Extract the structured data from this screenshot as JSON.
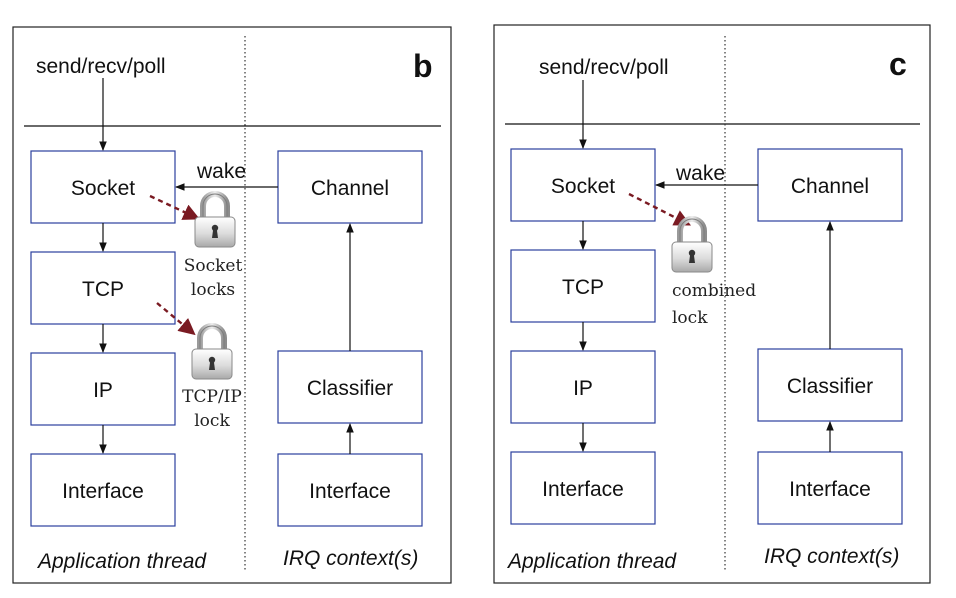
{
  "panels": [
    {
      "letter": "b",
      "top_label": "send/recv/poll",
      "app_context": "Application thread",
      "irq_context": "IRQ context(s)",
      "wake_label": "wake",
      "left_stack": [
        "Socket",
        "TCP",
        "IP",
        "Interface"
      ],
      "right_stack": [
        "Channel",
        "Classifier",
        "Interface"
      ],
      "locks": [
        {
          "icon": "padlock-icon",
          "caption_lines": [
            "Socket",
            "locks"
          ]
        },
        {
          "icon": "padlock-icon",
          "caption_lines": [
            "TCP/IP",
            "lock"
          ]
        }
      ]
    },
    {
      "letter": "c",
      "top_label": "send/recv/poll",
      "app_context": "Application thread",
      "irq_context": "IRQ context(s)",
      "wake_label": "wake",
      "left_stack": [
        "Socket",
        "TCP",
        "IP",
        "Interface"
      ],
      "right_stack": [
        "Channel",
        "Classifier",
        "Interface"
      ],
      "locks": [
        {
          "icon": "padlock-icon",
          "caption_lines": [
            "combined",
            "lock"
          ]
        }
      ]
    }
  ],
  "colors": {
    "box_border": "#2b3f9e",
    "lock_arrow": "#7a1a22"
  }
}
